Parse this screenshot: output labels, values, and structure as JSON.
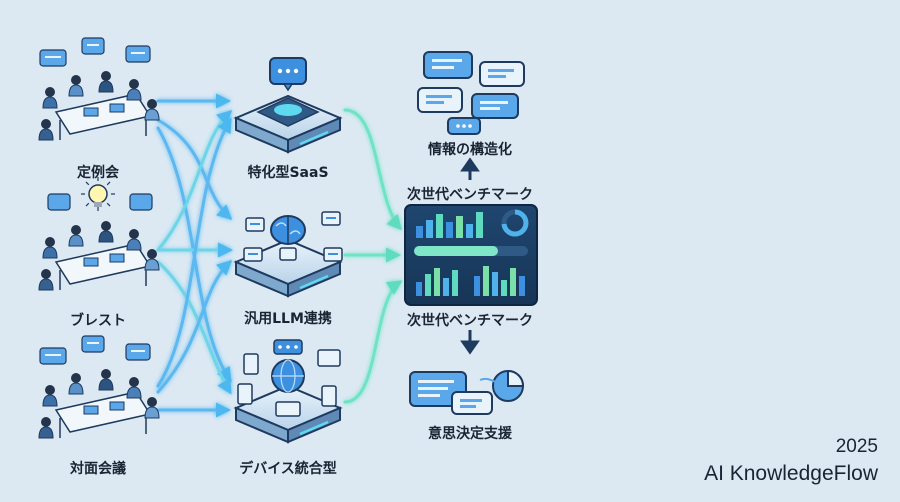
{
  "sources": [
    {
      "label": "定例会"
    },
    {
      "label": "ブレスト"
    },
    {
      "label": "対面会議"
    }
  ],
  "platforms": [
    {
      "label": "特化型SaaS"
    },
    {
      "label": "汎用LLM連携"
    },
    {
      "label": "デバイス統合型"
    }
  ],
  "hub": {
    "label_top": "次世代ベンチマーク",
    "label_bottom": "次世代ベンチマーク"
  },
  "outputs": [
    {
      "label": "情報の構造化"
    },
    {
      "label": "意思決定支援"
    }
  ],
  "footer": {
    "year": "2025",
    "name": "AI KnowledgeFlow"
  },
  "colors": {
    "background": "#dce9f3",
    "navy": "#1e3a5f",
    "accent_blue": "#3d8fe0",
    "glow_cyan": "#5fd9f0",
    "glow_green": "#6fe6b0"
  }
}
